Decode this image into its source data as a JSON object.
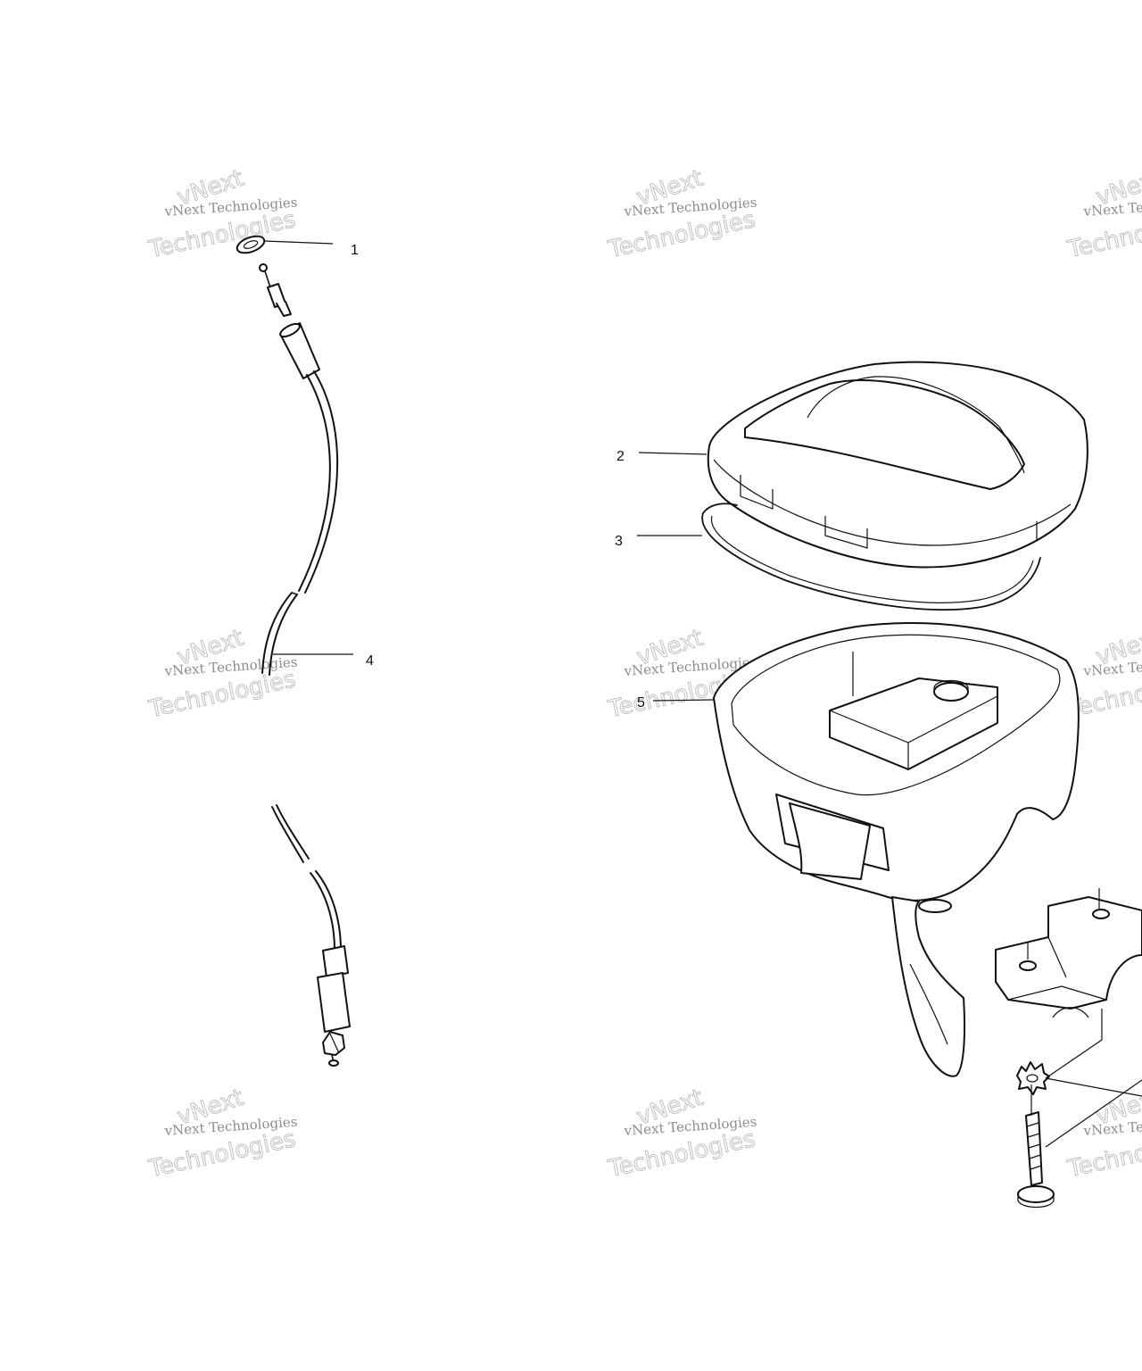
{
  "callouts": [
    {
      "id": "1",
      "label": "1"
    },
    {
      "id": "2",
      "label": "2"
    },
    {
      "id": "3",
      "label": "3"
    },
    {
      "id": "4",
      "label": "4"
    },
    {
      "id": "5",
      "label": "5"
    }
  ],
  "watermark": {
    "line_small": "vNext Technologies",
    "line_large_1": "vNext",
    "line_large_2": "Technologies"
  }
}
